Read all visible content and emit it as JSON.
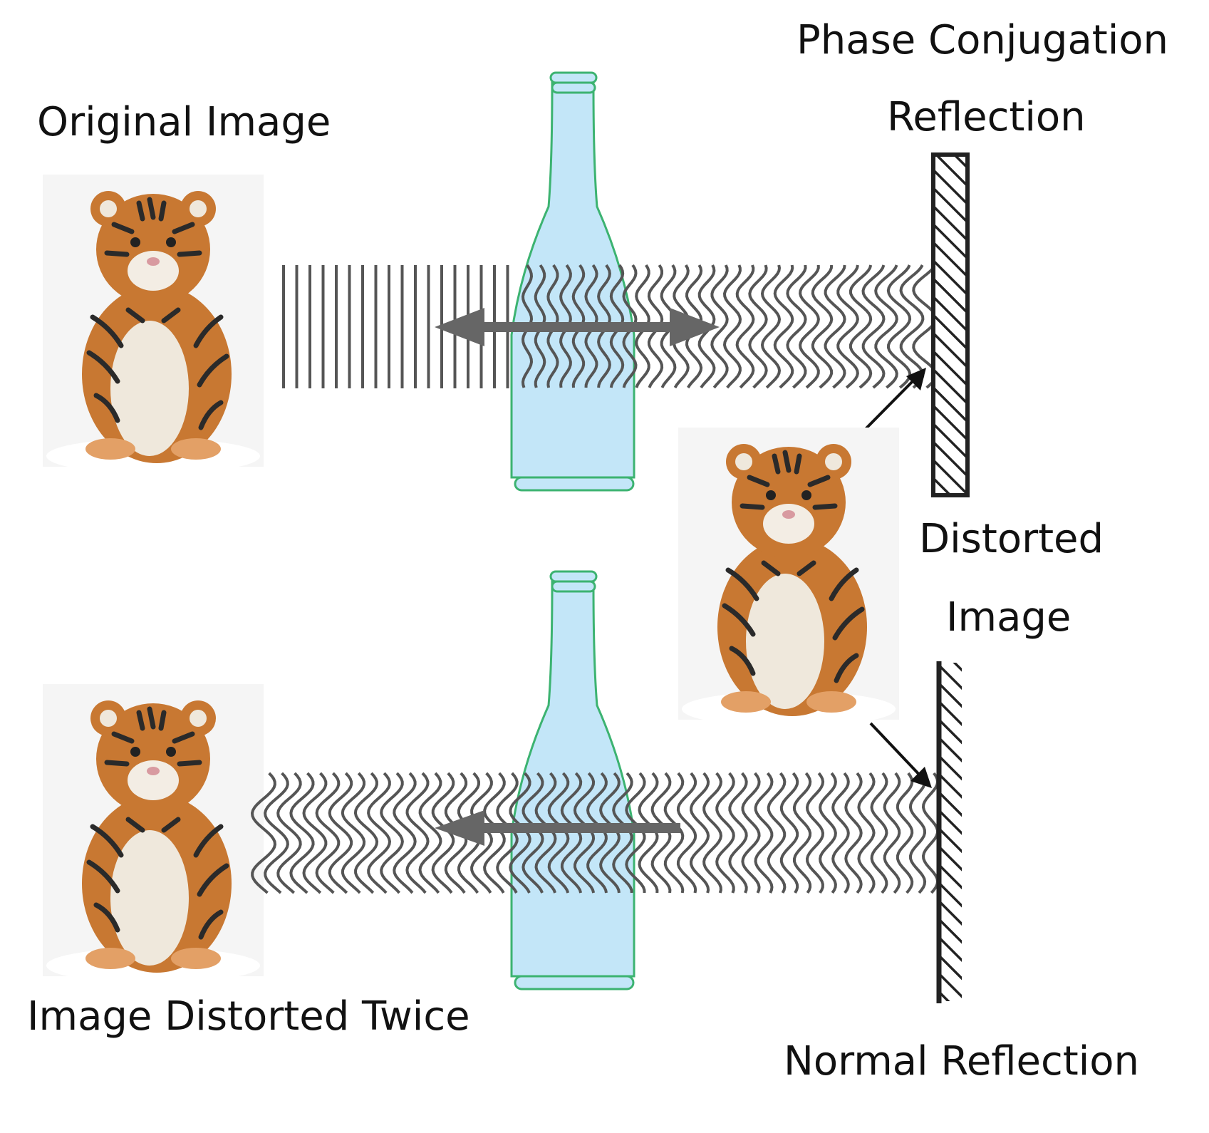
{
  "labels": {
    "original_image": "Original Image",
    "phase_conjugation_line1": "Phase Conjugation",
    "phase_conjugation_line2": "Reflection",
    "distorted_line1": "Distorted",
    "distorted_line2": "Image",
    "image_distorted_twice": "Image Distorted Twice",
    "normal_reflection": "Normal Reflection"
  },
  "colors": {
    "bottle_fill": "#c3e6f8",
    "bottle_stroke": "#3cb371",
    "wave": "#555555",
    "arrow": "#666666",
    "mirror": "#222222",
    "fur": "#c87832",
    "stripes": "#2a2a2a",
    "snow": "#f4f4f4"
  },
  "icons": {
    "tiger_photo": "tiger-cub-photo",
    "bottle": "glass-bottle",
    "phase_conjugate_mirror": "hatched-mirror",
    "normal_mirror": "hatched-mirror"
  }
}
